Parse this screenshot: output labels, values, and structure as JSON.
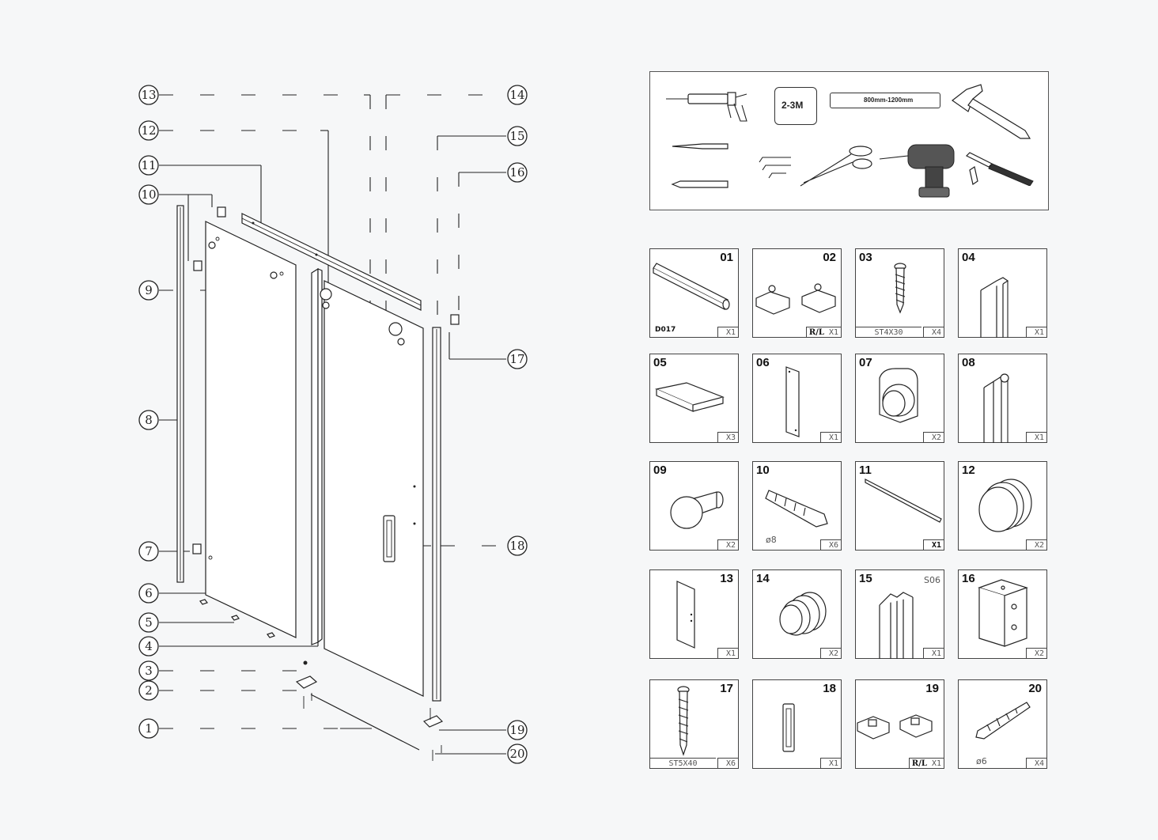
{
  "callouts": [
    "13",
    "12",
    "11",
    "10",
    "9",
    "8",
    "7",
    "6",
    "5",
    "4",
    "3",
    "2",
    "1",
    "14",
    "15",
    "16",
    "17",
    "18",
    "19",
    "20"
  ],
  "tools": {
    "tape_label": "2-3M",
    "level_label": "800mm-1200mm"
  },
  "parts": [
    {
      "num": "01",
      "qty": "X1",
      "note": "D017"
    },
    {
      "num": "02",
      "qty": "X1",
      "prefix": "R/L"
    },
    {
      "num": "03",
      "qty": "X4",
      "spec": "ST4X30"
    },
    {
      "num": "04",
      "qty": "X1"
    },
    {
      "num": "05",
      "qty": "X3"
    },
    {
      "num": "06",
      "qty": "X1"
    },
    {
      "num": "07",
      "qty": "X2"
    },
    {
      "num": "08",
      "qty": "X1"
    },
    {
      "num": "09",
      "qty": "X2"
    },
    {
      "num": "10",
      "qty": "X6",
      "note": "ø8"
    },
    {
      "num": "11",
      "qty": "X1"
    },
    {
      "num": "12",
      "qty": "X2"
    },
    {
      "num": "13",
      "qty": "X1"
    },
    {
      "num": "14",
      "qty": "X2"
    },
    {
      "num": "15",
      "qty": "X1",
      "note": "S06"
    },
    {
      "num": "16",
      "qty": "X2"
    },
    {
      "num": "17",
      "qty": "X6",
      "spec": "ST5X40"
    },
    {
      "num": "18",
      "qty": "X1"
    },
    {
      "num": "19",
      "qty": "X1",
      "prefix": "R/L"
    },
    {
      "num": "20",
      "qty": "X4",
      "note": "ø6"
    }
  ]
}
